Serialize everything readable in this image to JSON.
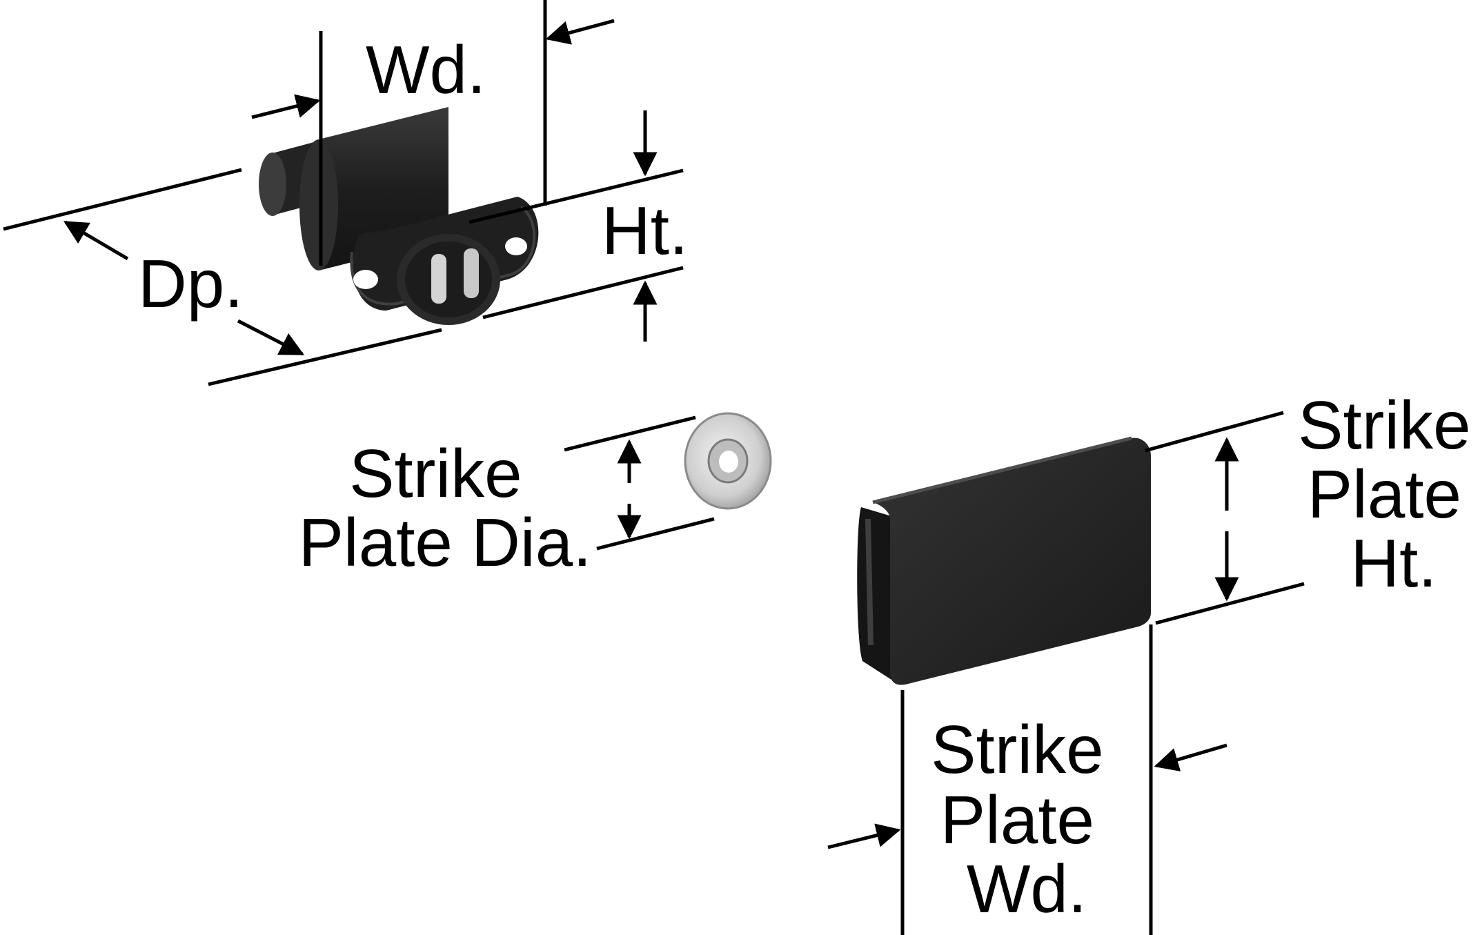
{
  "labels": {
    "wd": "Wd.",
    "ht": "Ht.",
    "dp": "Dp.",
    "strike_plate_dia": [
      "Strike",
      "Plate Dia."
    ],
    "strike_plate_ht": [
      "Strike",
      "Plate",
      "Ht."
    ],
    "strike_plate_wd": [
      "Strike",
      "Plate",
      "Wd."
    ]
  },
  "colors": {
    "ink": "#000000",
    "part_dark": "#2a2a2a",
    "part_highlight": "#4a4a4a",
    "metal_light": "#d9d9d9",
    "background": "#ffffff"
  },
  "icons": [
    "arrow-icon"
  ]
}
